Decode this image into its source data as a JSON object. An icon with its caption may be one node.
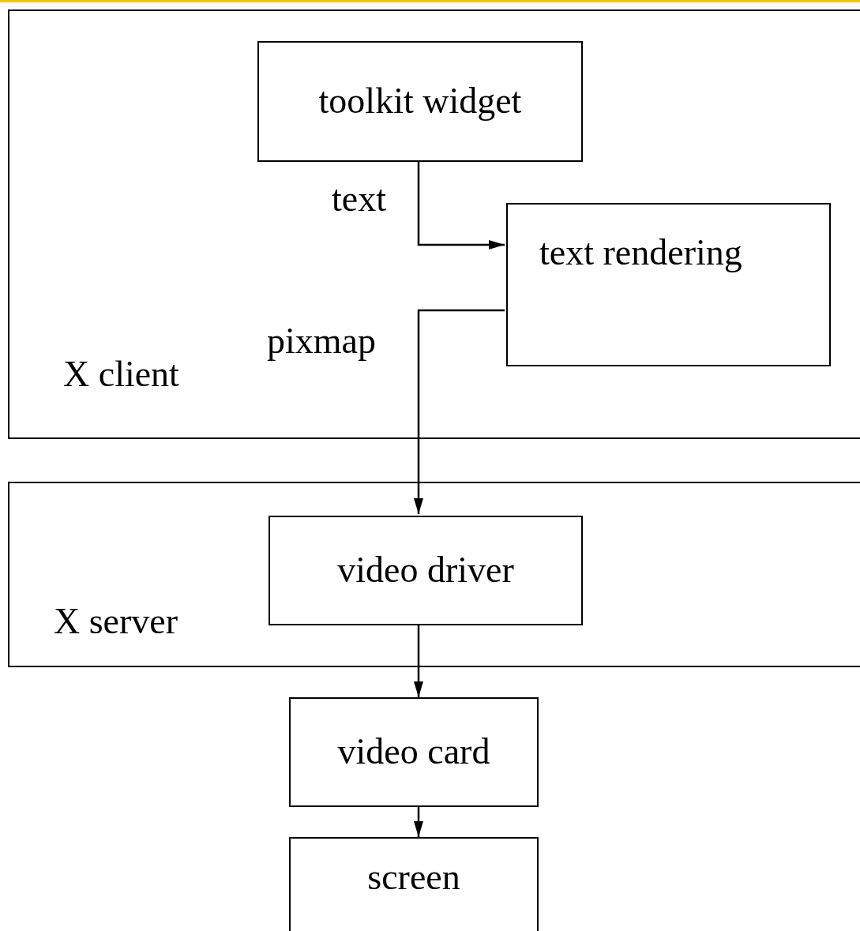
{
  "diagram": {
    "nodes": [
      {
        "text": [
          "X client"
        ]
      },
      {
        "text": [
          "toolkit widget"
        ],
        "in": 0
      },
      {
        "text": [
          "text rendering"
        ],
        "in": 0
      },
      {
        "text": [
          "X server"
        ]
      },
      {
        "text": [
          "video driver"
        ],
        "in": 3
      },
      {
        "text": [
          "video card"
        ]
      },
      {
        "text": [
          "screen"
        ]
      }
    ],
    "edges": [
      {
        "from": 1,
        "to": 2,
        "arrow": "to",
        "label": "text"
      },
      {
        "from": 2,
        "to": 4,
        "arrow": "to",
        "label": "pixmap"
      },
      {
        "from": 4,
        "to": 5,
        "arrow": "to"
      },
      {
        "from": 5,
        "to": 6,
        "arrow": "to"
      }
    ]
  }
}
